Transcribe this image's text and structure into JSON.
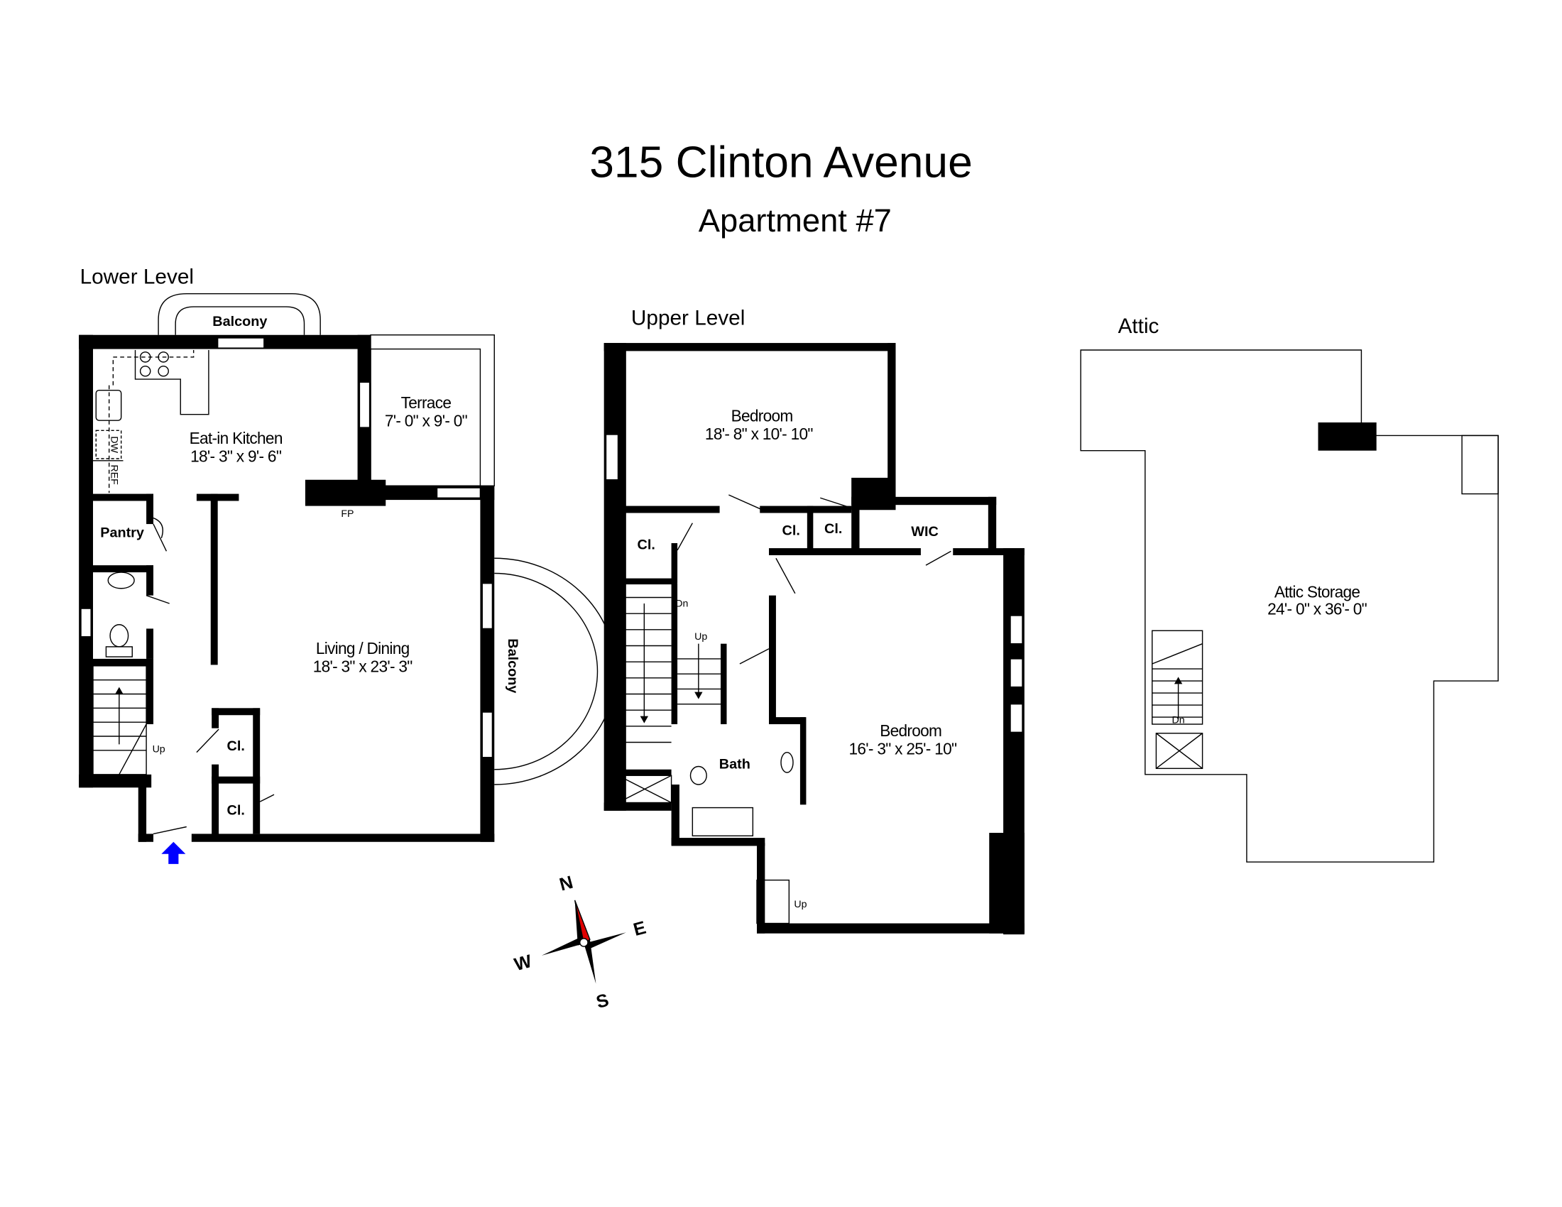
{
  "header": {
    "title": "315 Clinton Avenue",
    "subtitle": "Apartment #7"
  },
  "lower_level": {
    "label": "Lower Level",
    "rooms": {
      "balcony_top": "Balcony",
      "kitchen": {
        "name": "Eat-in Kitchen",
        "dims": "18'- 3\" x 9'- 6\""
      },
      "terrace": {
        "name": "Terrace",
        "dims": "7'- 0\" x 9'- 0\""
      },
      "pantry": "Pantry",
      "living": {
        "name": "Living / Dining",
        "dims": "18'- 3\" x 23'- 3\""
      },
      "balcony_side": "Balcony",
      "closet1": "Cl.",
      "closet2": "Cl."
    },
    "fixtures": {
      "fireplace": "FP",
      "dishwasher": "DW",
      "fridge": "REF",
      "stairs": "Up"
    },
    "entry_color": "#0000ff"
  },
  "upper_level": {
    "label": "Upper Level",
    "rooms": {
      "bedroom1": {
        "name": "Bedroom",
        "dims": "18'- 8\" x 10'- 10\""
      },
      "closet_a": "Cl.",
      "closet_b": "Cl.",
      "closet_c": "Cl.",
      "wic": "WIC",
      "bath": "Bath",
      "bedroom2": {
        "name": "Bedroom",
        "dims": "16'- 3\" x 25'- 10\""
      }
    },
    "stairs": {
      "down": "Dn",
      "up": "Up",
      "up2": "Up"
    }
  },
  "attic": {
    "label": "Attic",
    "room": {
      "name": "Attic Storage",
      "dims": "24'- 0\" x 36'- 0\""
    },
    "stairs": "Dn"
  },
  "compass": {
    "n": "N",
    "e": "E",
    "s": "S",
    "w": "W",
    "north_color": "#e00000"
  }
}
